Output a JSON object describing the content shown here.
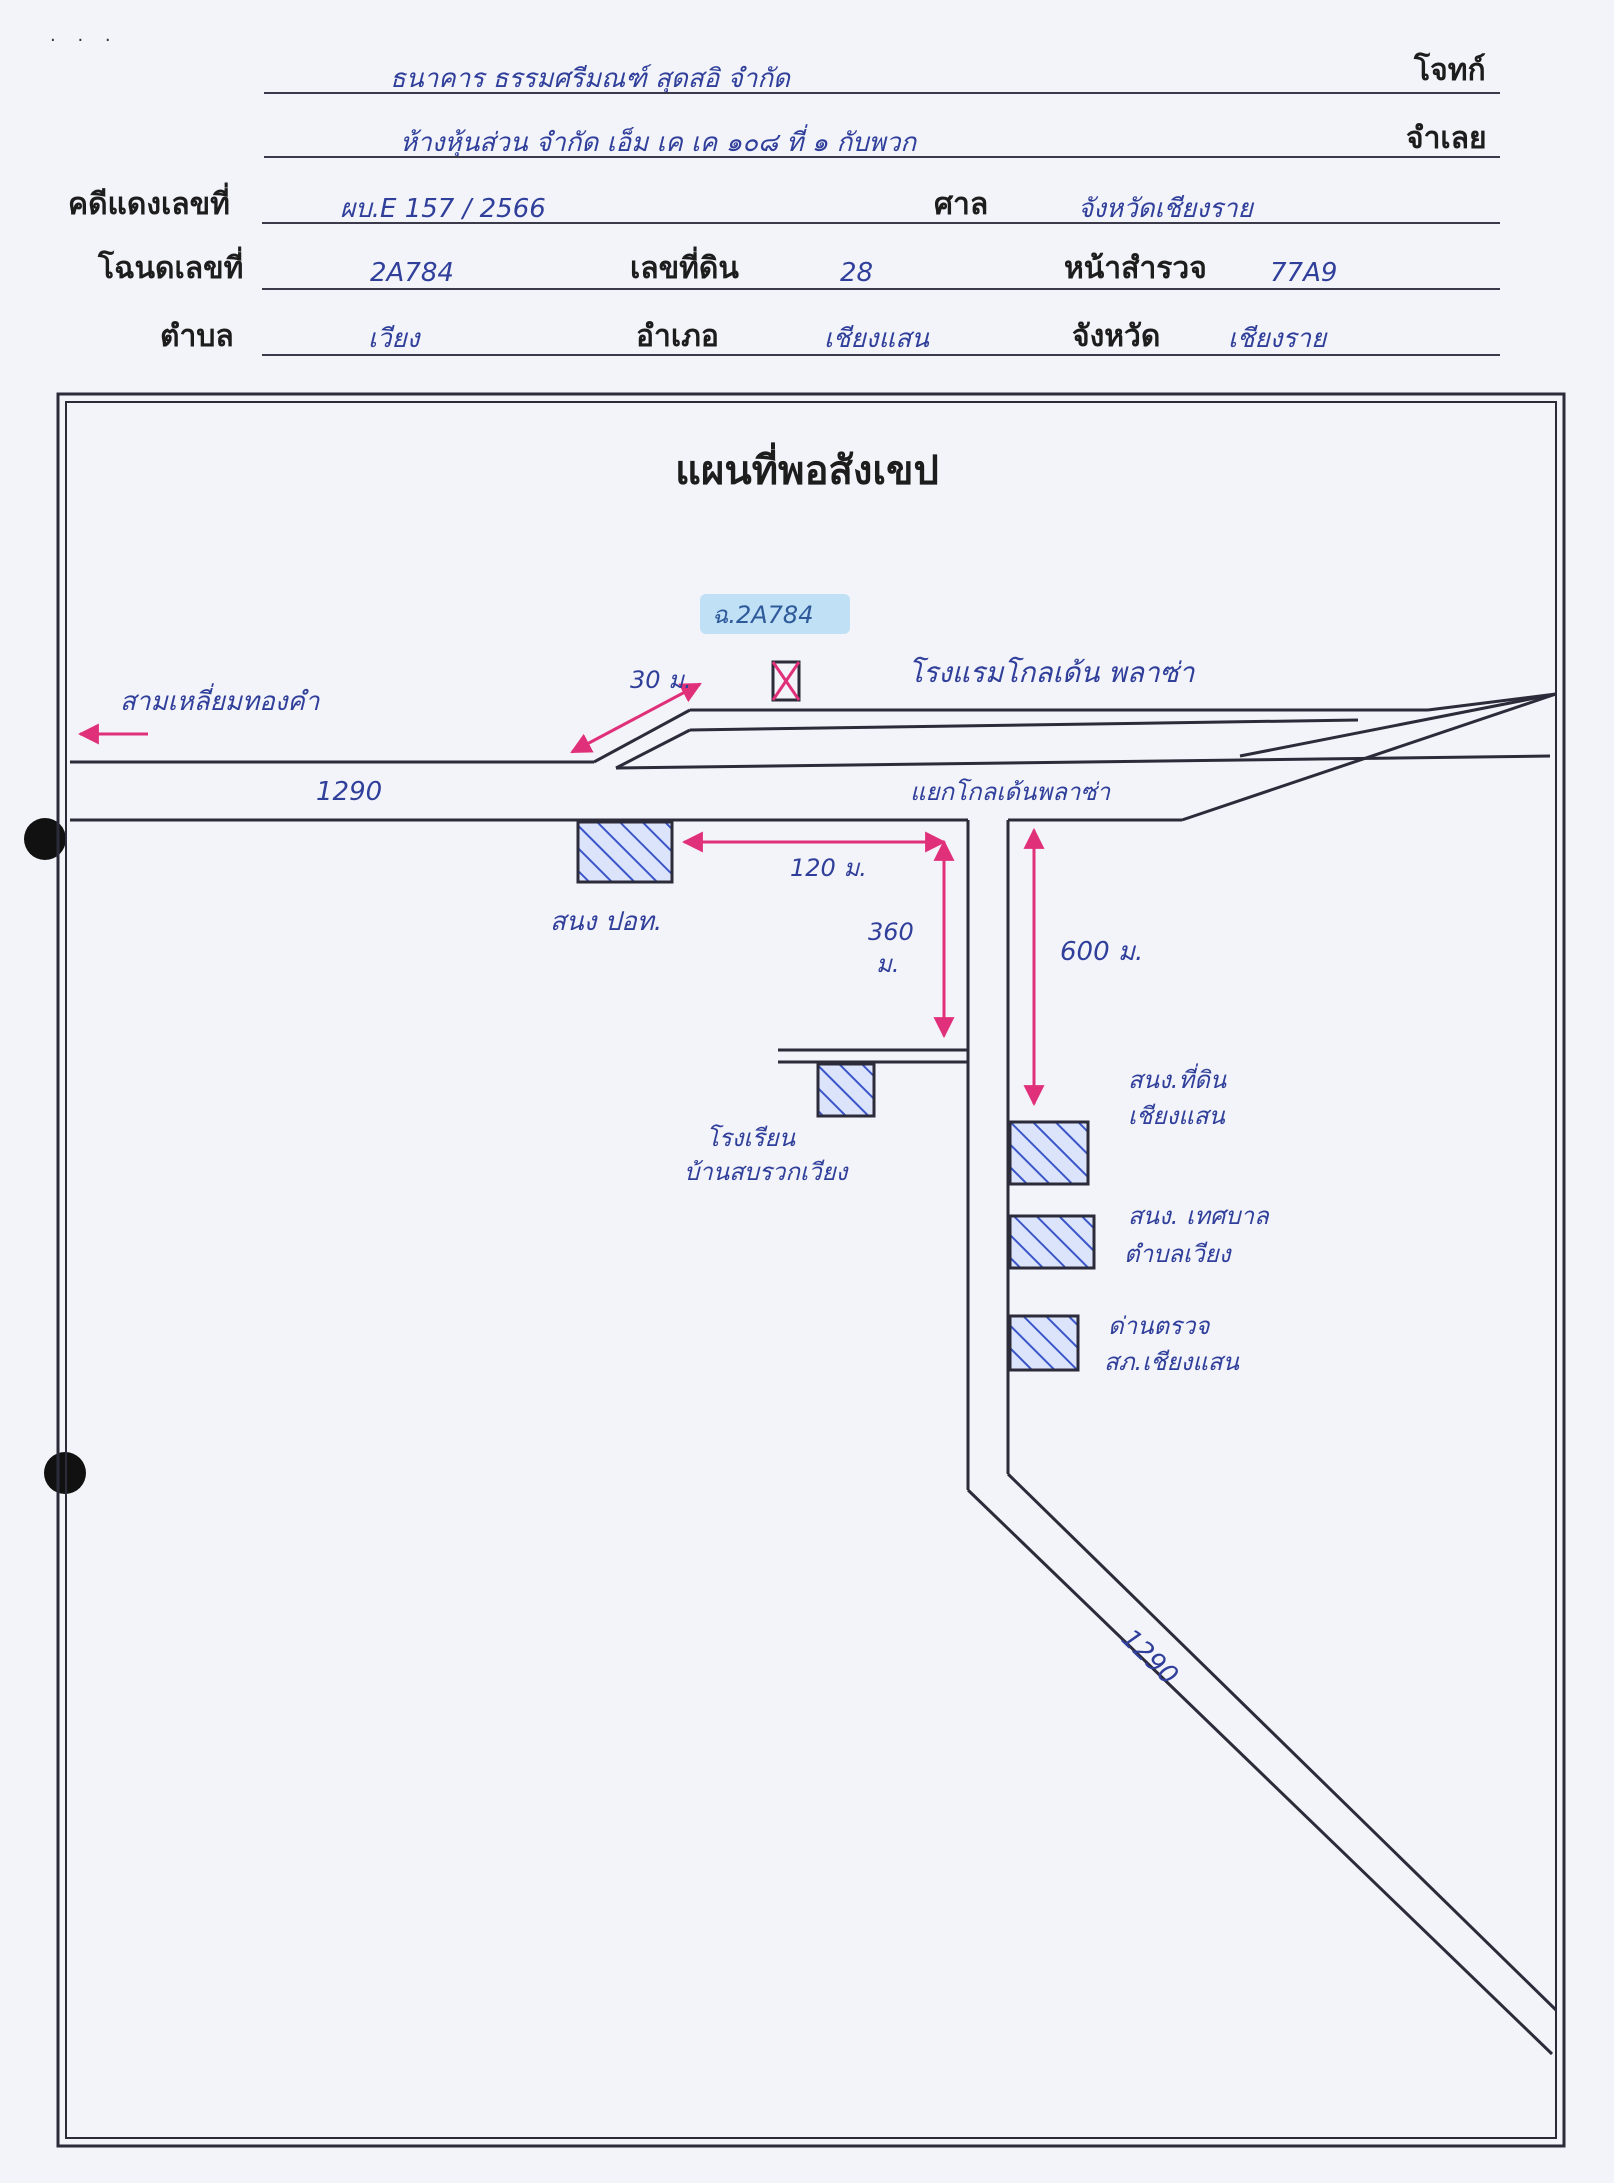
{
  "header": {
    "plaintiff_label": "โจทก์",
    "plaintiff_value": "ธนาคาร ธรรมศรีมณฑ์ สุดสอิ จำกัด",
    "defendant_label": "จำเลย",
    "defendant_value": "ห้างหุ้นส่วน จำกัด เอ็ม เค เค ๑๐๘ ที่ ๑ กับพวก",
    "black_case_label": "คดีแดงเลขที่",
    "black_case_value": "ผบ.E 157 / 2566",
    "court_label": "ศาล",
    "court_value": "จังหวัดเชียงราย",
    "deed_label": "โฉนดเลขที่",
    "deed_value": "2A784",
    "land_no_label": "เลขที่ดิน",
    "land_no_value": "28",
    "survey_label": "หน้าสำรวจ",
    "survey_value": "77A9",
    "subdistrict_label": "ตำบล",
    "subdistrict_value": "เวียง",
    "district_label": "อำเภอ",
    "district_value": "เชียงแสน",
    "province_label": "จังหวัด",
    "province_value": "เชียงราย"
  },
  "map": {
    "title": "แผนที่พอสังเขป",
    "deed_tag": "ฉ.2A784",
    "left_direction": "สามเหลี่ยมทองคำ",
    "hotel_label": "โรงแรมโกลเด้น พลาซ่า",
    "road_top_label": "1290",
    "road_junction_label": "แยกโกลเด้นพลาซ่า",
    "road_diag_label": "1290",
    "dist_30": "30 ม.",
    "dist_120": "120 ม.",
    "dist_360_a": "360",
    "dist_360_b": "ม.",
    "dist_600": "600 ม.",
    "pao_label": "สนง ปอท.",
    "school_label_1": "โรงเรียน",
    "school_label_2": "บ้านสบรวกเวียง",
    "bldg1_label_1": "สนง.ที่ดิน",
    "bldg1_label_2": "เชียงแสน",
    "bldg2_label_1": "สนง. เทศบาล",
    "bldg2_label_2": "ตำบลเวียง",
    "bldg3_label_1": "ด่านตรวจ",
    "bldg3_label_2": "สภ.เชียงแสน"
  },
  "colors": {
    "ink": "#2b2b3a",
    "handwriting": "#2f3f9a",
    "arrow": "#e0307a",
    "hatch": "#3a56c8",
    "tag_bg": "#bfe0f5"
  }
}
